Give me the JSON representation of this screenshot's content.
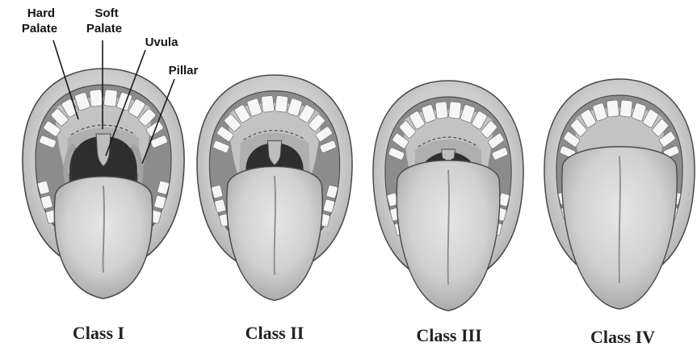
{
  "figure": {
    "annotations": {
      "hard_palate": {
        "line1": "Hard",
        "line2": "Palate"
      },
      "soft_palate": {
        "line1": "Soft",
        "line2": "Palate"
      },
      "uvula": "Uvula",
      "pillar": "Pillar"
    },
    "classes": [
      {
        "label": "Class I"
      },
      {
        "label": "Class II"
      },
      {
        "label": "Class III"
      },
      {
        "label": "Class IV"
      }
    ]
  },
  "colors": {
    "outline": "#4a4a4a",
    "cavity": "#8c8c8c",
    "palate": "#c3c3c3",
    "soft_palate": "#afafaf",
    "throat": "#2e2e2e",
    "pillar": "#a3a3a3",
    "uvula": "#bdbdbd",
    "teeth": "#f6f6f6",
    "tooth_edge": "#777777",
    "tongue_groove": "#8e8e8e"
  }
}
